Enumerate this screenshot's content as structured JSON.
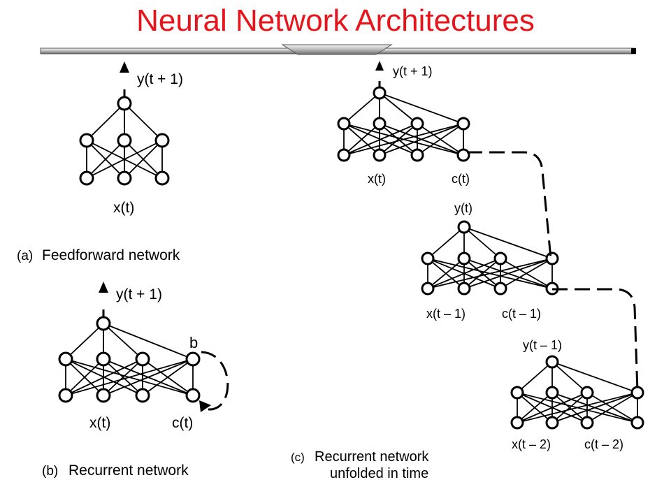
{
  "title": "Neural Network Architectures",
  "colors": {
    "title": "#e8141b",
    "ink": "#000000"
  },
  "panels": {
    "a": {
      "caption_letter": "(a)",
      "caption_text": "Feedforward network",
      "output_label": "y(t  + 1)",
      "input_label": "x(t)"
    },
    "b": {
      "caption_letter": "(b)",
      "caption_text": "Recurrent network",
      "output_label": "y(t  + 1)",
      "context_marker": "b",
      "input_label": "x(t)",
      "context_label": "c(t)"
    },
    "c": {
      "caption_letter": "(c)",
      "caption_line1": "Recurrent network",
      "caption_line2": "unfolded in time",
      "top": {
        "output_label": "y(t  + 1)",
        "input_label": "x(t)",
        "context_label": "c(t)"
      },
      "middle": {
        "output_label": "y(t)",
        "input_label": "x(t – 1)",
        "context_label": "c(t – 1)"
      },
      "bottom": {
        "output_label": "y(t – 1)",
        "input_label": "x(t – 2)",
        "context_label": "c(t – 2)"
      }
    }
  }
}
